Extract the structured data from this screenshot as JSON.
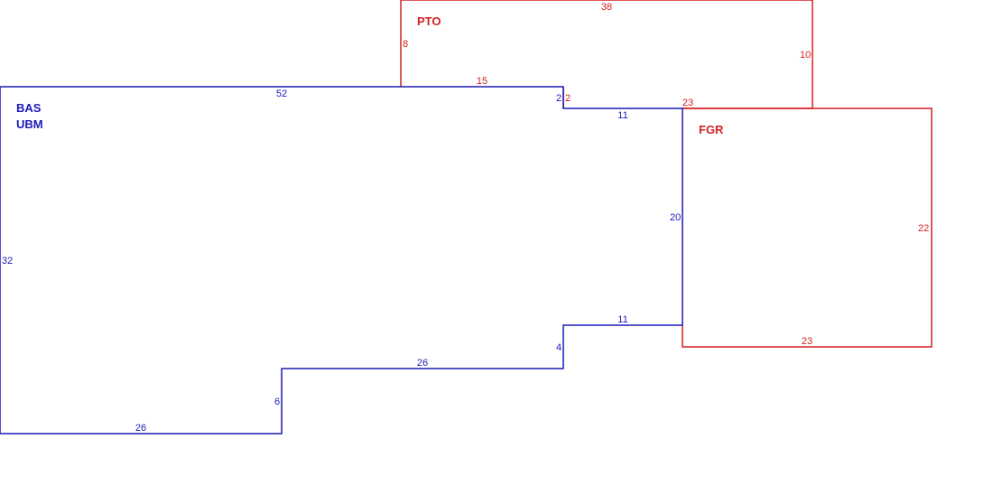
{
  "colors": {
    "main": "#1a1ab8",
    "accessory": "#d42020"
  },
  "areas": {
    "bas": {
      "code": "BAS",
      "sub": "UBM"
    },
    "pto": {
      "code": "PTO"
    },
    "fgr": {
      "code": "FGR"
    }
  },
  "dimensions": {
    "bas_top": "52",
    "bas_left": "32",
    "bas_bottom_left": "26",
    "bas_step_6": "6",
    "bas_bottom_mid": "26",
    "bas_step_4": "4",
    "bas_bottom_right": "11",
    "bas_right": "20",
    "bas_notch_top": "11",
    "bas_notch_2": "2",
    "pto_top": "38",
    "pto_left": "8",
    "pto_right": "10",
    "pto_bottom_left": "15",
    "pto_notch_2": "2",
    "pto_bottom_right": "23",
    "fgr_right": "22",
    "fgr_bottom": "23"
  }
}
